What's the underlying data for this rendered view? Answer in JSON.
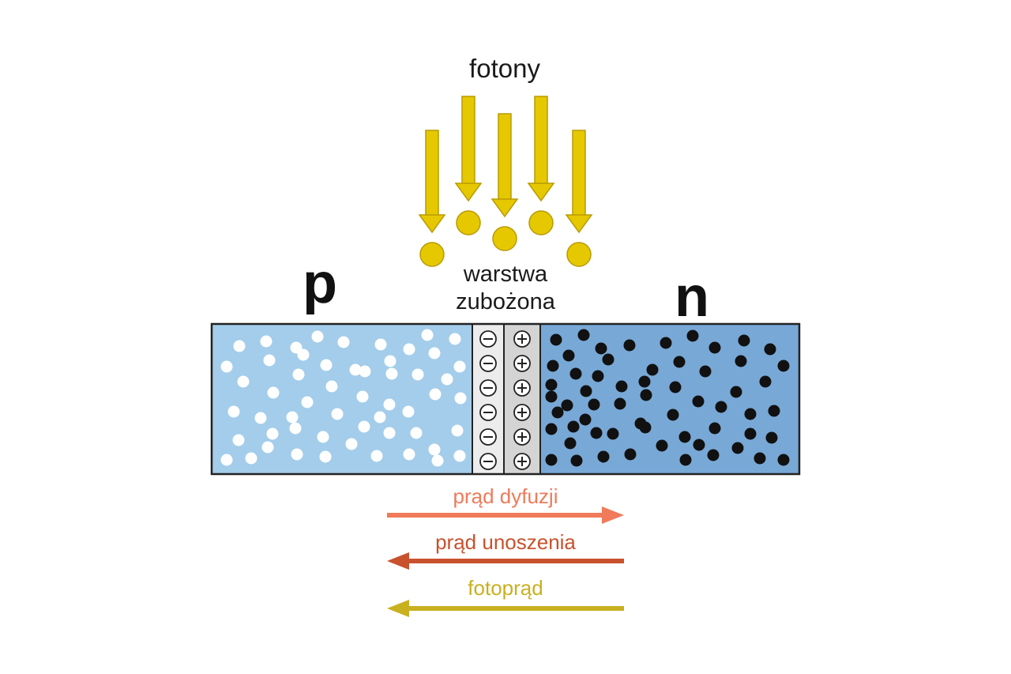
{
  "labels": {
    "photons": "fotony",
    "depletion_line1": "warstwa",
    "depletion_line2": "zubożona",
    "p_region": "p",
    "n_region": "n",
    "minus_sign": "−",
    "plus_sign": "+"
  },
  "currents": [
    {
      "label": "prąd dyfuzji",
      "direction": "right",
      "color": "#f07a5a"
    },
    {
      "label": "prąd unoszenia",
      "direction": "left",
      "color": "#c8522e"
    },
    {
      "label": "fotoprąd",
      "direction": "left",
      "color": "#c8b020"
    }
  ],
  "colors": {
    "photon": "#e6c800",
    "photon_edge": "#b89b00",
    "p_region": "#a3cdea",
    "n_region": "#78a8d6",
    "depletion_p": "#ececec",
    "depletion_n": "#d4d4d4",
    "hole": "#ffffff",
    "electron": "#111111"
  },
  "photon_count": 5,
  "ion_rows": 6
}
